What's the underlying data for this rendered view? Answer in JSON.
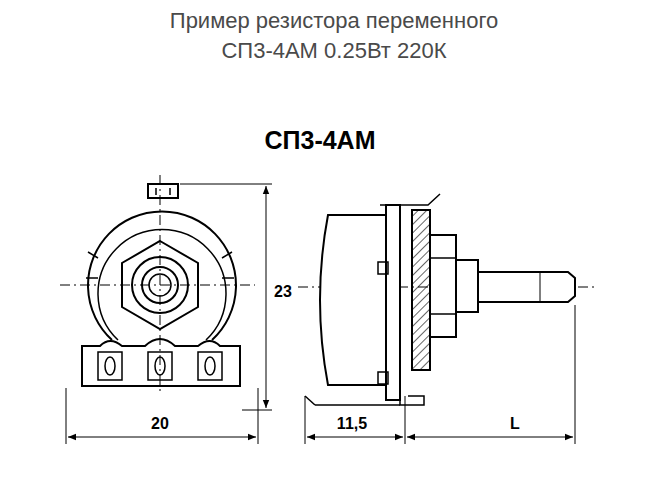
{
  "diagram": {
    "title": "Пример резистора переменного СП3-4АМ 0.25Вт 220К",
    "labels": [
      "СП3-4АМ",
      "23",
      "20",
      "11,5",
      "L"
    ]
  }
}
